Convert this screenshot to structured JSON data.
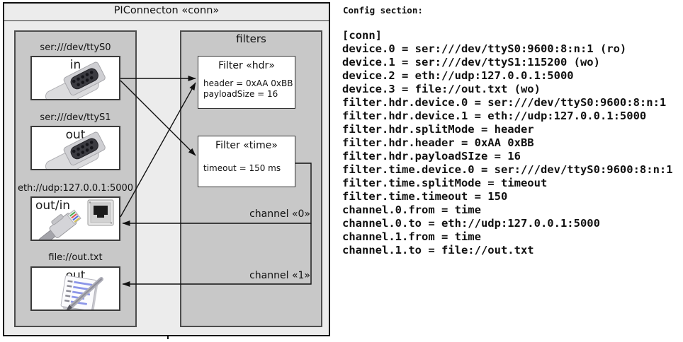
{
  "diagram": {
    "title": "PIConnecton «conn»",
    "filters_title": "filters",
    "devices": [
      {
        "uri": "ser:///dev/ttyS0",
        "direction": "in",
        "icon": "serial-connector-icon"
      },
      {
        "uri": "ser:///dev/ttyS1",
        "direction": "out",
        "icon": "serial-connector-icon"
      },
      {
        "uri": "eth://udp:127.0.0.1:5000",
        "direction": "out/in",
        "icon": "ethernet-connector-icon"
      },
      {
        "uri": "file://out.txt",
        "direction": "out",
        "icon": "notepad-pen-icon"
      }
    ],
    "filters": [
      {
        "title": "Filter «hdr»",
        "properties": [
          "header = 0xAA 0xBB",
          "payloadSize = 16"
        ]
      },
      {
        "title": "Filter «time»",
        "properties": [
          "timeout = 150 ms"
        ]
      }
    ],
    "channels": [
      {
        "label": "channel «0»"
      },
      {
        "label": "channel «1»"
      }
    ]
  },
  "config": {
    "heading": "Config section:",
    "lines": [
      "[conn]",
      "device.0 = ser:///dev/ttyS0:9600:8:n:1 (ro)",
      "device.1 = ser:///dev/ttyS1:115200 (wo)",
      "device.2 = eth://udp:127.0.0.1:5000",
      "device.3 = file://out.txt (wo)",
      "filter.hdr.device.0 = ser:///dev/ttyS0:9600:8:n:1",
      "filter.hdr.device.1 = eth://udp:127.0.0.1:5000",
      "filter.hdr.splitMode = header",
      "filter.hdr.header = 0xAA 0xBB",
      "filter.hdr.payloadSIze = 16",
      "filter.time.device.0 = ser:///dev/ttyS0:9600:8:n:1",
      "filter.time.splitMode = timeout",
      "filter.time.timeout = 150",
      "channel.0.from = time",
      "channel.0.to = eth://udp:127.0.0.1:5000",
      "channel.1.from = time",
      "channel.1.to = file://out.txt"
    ]
  },
  "colors": {
    "canvas_fill": "#ececec",
    "panel_fill": "#c8c8c8",
    "panel_border": "#4d4d4d",
    "box_fill": "#ffffff",
    "line": "#111111",
    "note_line_blue": "#8c96e8"
  }
}
